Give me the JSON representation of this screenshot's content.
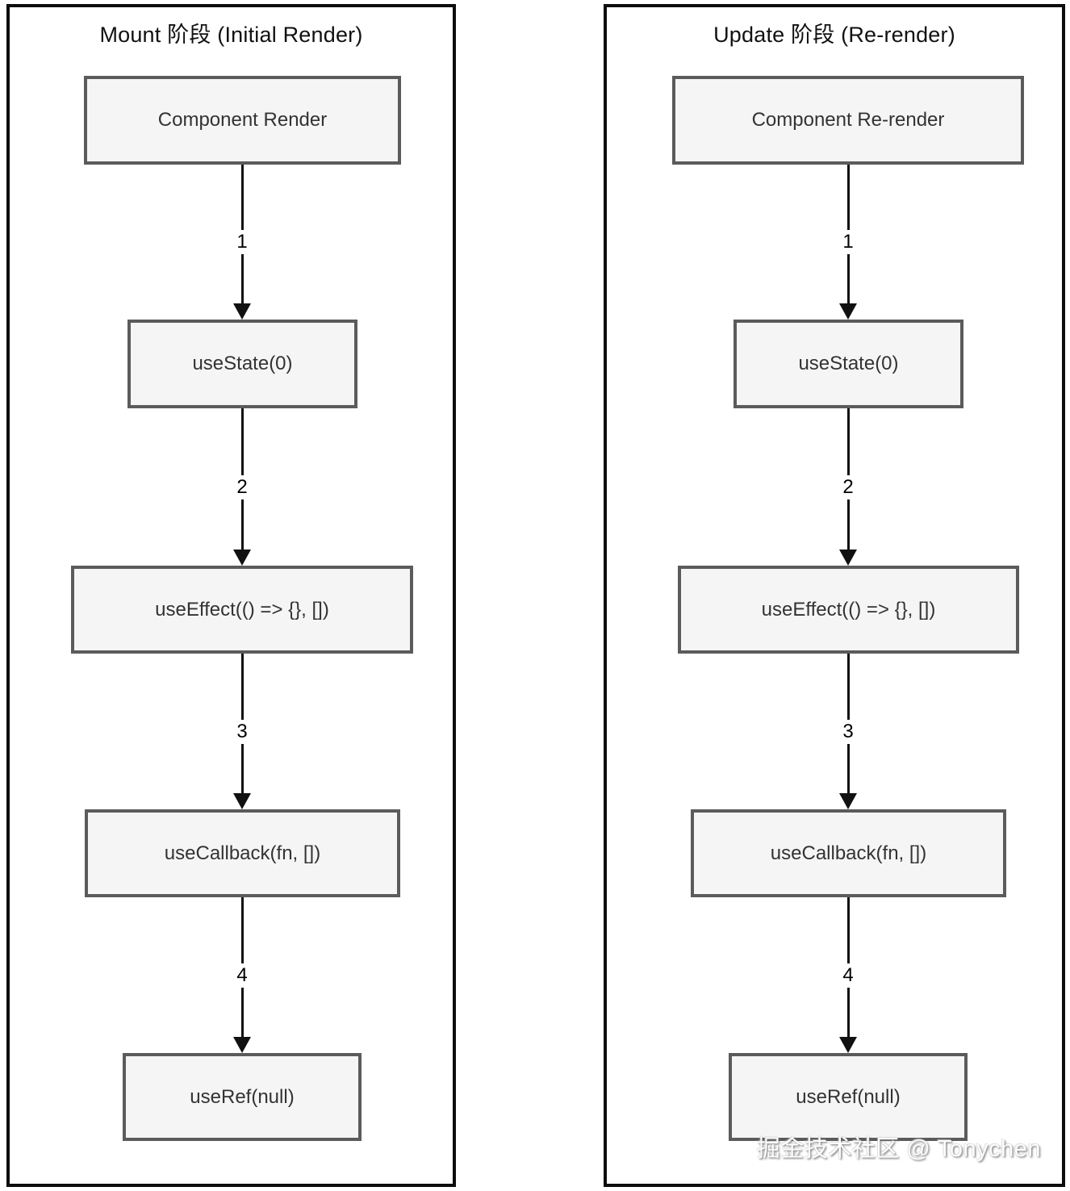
{
  "panels": [
    {
      "title": "Mount 阶段 (Initial Render)",
      "boxes": [
        "Component Render",
        "useState(0)",
        "useEffect(() => {}, [])",
        "useCallback(fn, [])",
        "useRef(null)"
      ],
      "arrows": [
        "1",
        "2",
        "3",
        "4"
      ]
    },
    {
      "title": "Update 阶段 (Re-render)",
      "boxes": [
        "Component Re-render",
        "useState(0)",
        "useEffect(() => {}, [])",
        "useCallback(fn, [])",
        "useRef(null)"
      ],
      "arrows": [
        "1",
        "2",
        "3",
        "4"
      ]
    }
  ],
  "watermark": "掘金技术社区 @ Tonychen",
  "colors": {
    "panel_border": "#0d0d0d",
    "node_border": "#5b5b5b",
    "node_fill": "#f5f5f5",
    "node_text": "#333333",
    "arrow": "#111111"
  }
}
